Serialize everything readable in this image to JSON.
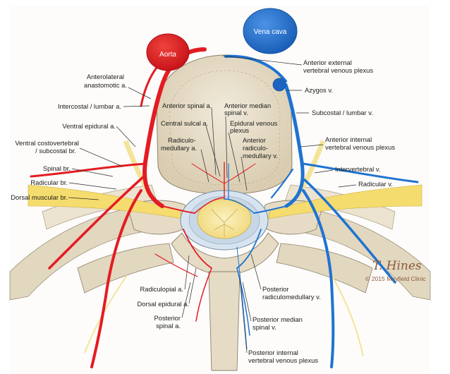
{
  "vessels": {
    "aorta": "Aorta",
    "vena_cava": "Vena cava"
  },
  "labels_left": {
    "anterolateral_line1": "Anterolateral",
    "anterolateral_line2": "anastomotic a.",
    "intercostal": "Intercostal / lumbar a.",
    "ventral_epidural": "Ventral epidural a.",
    "ventral_costo_line1": "Ventral costovertebral",
    "ventral_costo_line2": "/ subcostal br.",
    "spinal_br": "Spinal br.",
    "radicular_br": "Radicular br.",
    "dorsal_muscular": "Dorsal muscular br."
  },
  "labels_center": {
    "anterior_spinal": "Anterior spinal a.",
    "anterior_median_line1": "Anterior median",
    "anterior_median_line2": "spinal v.",
    "central_sulcal": "Central sulcal a.",
    "epidural_venous_line1": "Epidural venous",
    "epidural_venous_line2": "plexus",
    "radiculo_med_line1": "Radiculo-",
    "radiculo_med_line2": "medullary a.",
    "ant_radiculo_line1": "Anterior",
    "ant_radiculo_line2": "radiculo-",
    "ant_radiculo_line3": "medullary v."
  },
  "labels_right": {
    "ant_external_line1": "Anterior external",
    "ant_external_line2": "vertebral venous plexus",
    "azygos": "Azygos v.",
    "subcostal_lumbar": "Subcostal / lumbar v.",
    "ant_internal_line1": "Anterior internal",
    "ant_internal_line2": "vertebral venous plexus",
    "intervertebral": "Intervertebral v.",
    "radicular_v": "Radicular v."
  },
  "labels_bottom": {
    "radiculopial": "Radiculopial a.",
    "dorsal_epidural": "Dorsal epidural a.",
    "posterior_spinal_line1": "Posterior",
    "posterior_spinal_line2": "spinal a.",
    "post_radiculo_line1": "Posterior",
    "post_radiculo_line2": "radiculomedullary v.",
    "post_median_line1": "Posterior median",
    "post_median_line2": "spinal v.",
    "post_internal_line1": "Posterior internal",
    "post_internal_line2": "vertebral venous plexus"
  },
  "credits": {
    "signature": "T. Hines",
    "copyright": "© 2015 Mayfield Clinic"
  },
  "colors": {
    "artery": "#e31c23",
    "vein": "#1e73d2",
    "bone": "#e8dfcb",
    "nerve": "#f5dc6e",
    "cord": "#f7e9a8"
  }
}
